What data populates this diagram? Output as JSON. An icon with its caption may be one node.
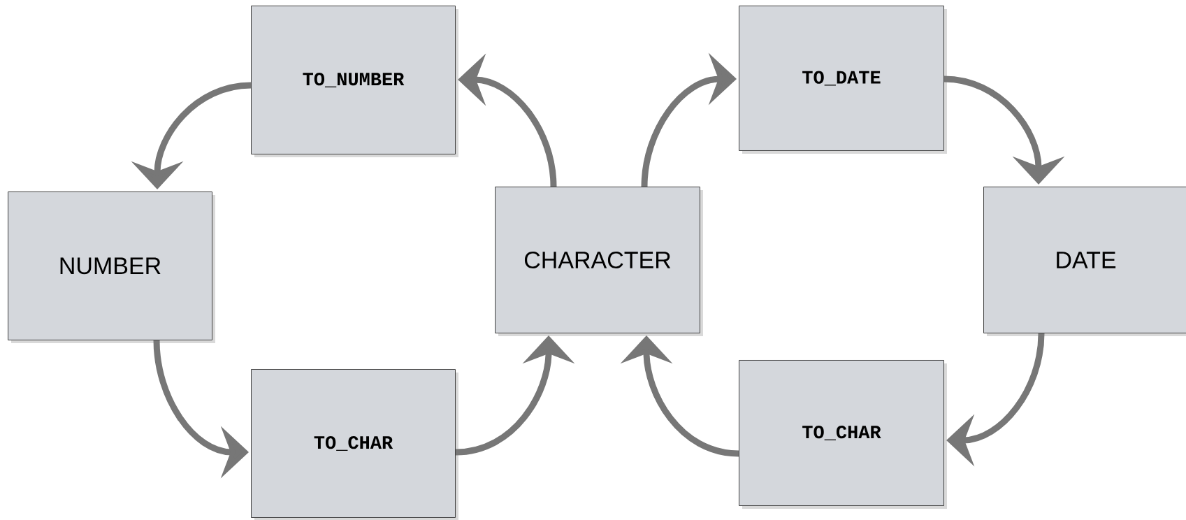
{
  "diagram": {
    "nodes": [
      {
        "text": [
          "TO_NUMBER"
        ]
      },
      {
        "text": [
          "NUMBER"
        ]
      },
      {
        "text": [
          "TO_CHAR"
        ]
      },
      {
        "text": [
          "CHARACTER"
        ]
      },
      {
        "text": [
          "TO_DATE"
        ]
      },
      {
        "text": [
          "DATE"
        ]
      },
      {
        "text": [
          "TO_CHAR"
        ]
      }
    ],
    "edges": [
      {
        "from": 3,
        "to": 0,
        "arrow": "to"
      },
      {
        "from": 0,
        "to": 1,
        "arrow": "to"
      },
      {
        "from": 1,
        "to": 2,
        "arrow": "to"
      },
      {
        "from": 2,
        "to": 3,
        "arrow": "to"
      },
      {
        "from": 3,
        "to": 4,
        "arrow": "to"
      },
      {
        "from": 4,
        "to": 5,
        "arrow": "to"
      },
      {
        "from": 5,
        "to": 6,
        "arrow": "to"
      },
      {
        "from": 6,
        "to": 3,
        "arrow": "to"
      }
    ]
  }
}
